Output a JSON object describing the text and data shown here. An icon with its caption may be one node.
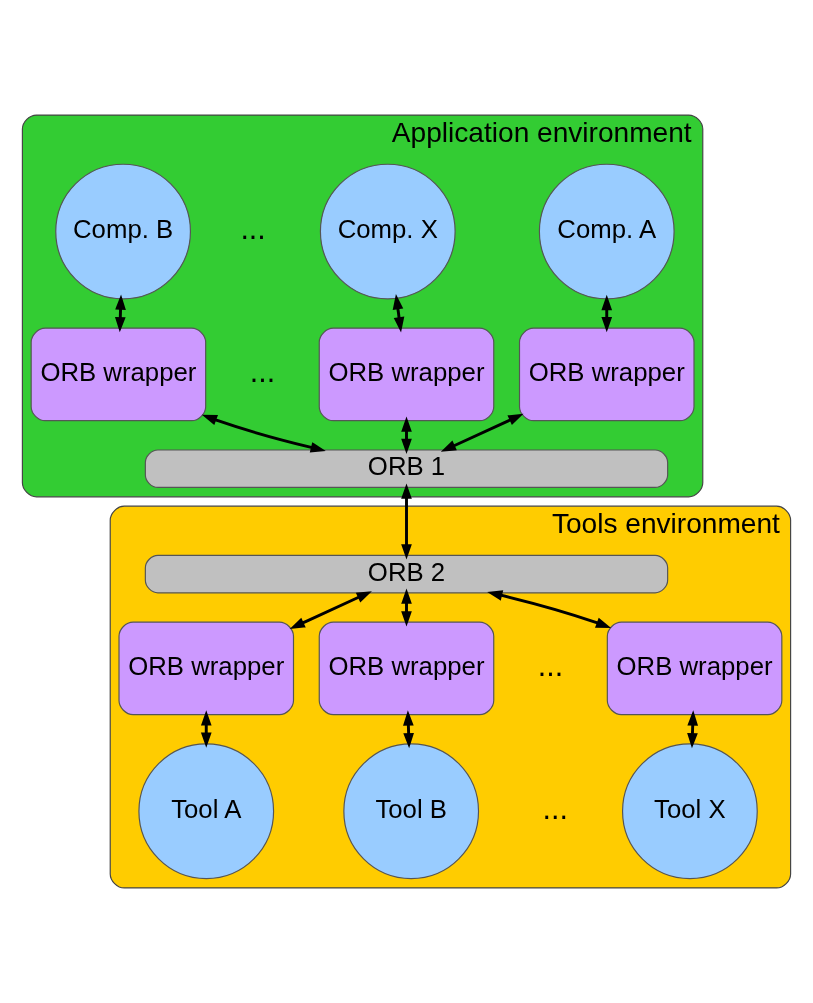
{
  "diagram": {
    "nodes": [
      {
        "text": [
          "Application environment"
        ]
      },
      {
        "text": [
          "Comp. A"
        ],
        "in": 0
      },
      {
        "text": [
          "Comp. B"
        ],
        "in": 0
      },
      {
        "text": [
          "Comp. X"
        ],
        "in": 0
      },
      {
        "text": [
          "ORB wrapper"
        ],
        "in": 0
      },
      {
        "text": [
          "ORB wrapper"
        ],
        "in": 0
      },
      {
        "text": [
          "ORB wrapper"
        ],
        "in": 0
      },
      {
        "text": [
          "ORB 1"
        ],
        "in": 0
      },
      {
        "text": [
          "Tools environment"
        ]
      },
      {
        "text": [
          "ORB 2"
        ],
        "in": 8
      },
      {
        "text": [
          "ORB wrapper"
        ],
        "in": 8
      },
      {
        "text": [
          "ORB wrapper"
        ],
        "in": 8
      },
      {
        "text": [
          "ORB wrapper"
        ],
        "in": 8
      },
      {
        "text": [
          "Tool A"
        ],
        "in": 8
      },
      {
        "text": [
          "Tool B"
        ],
        "in": 8
      },
      {
        "text": [
          "Tool X"
        ],
        "in": 8
      }
    ],
    "edges": [
      {
        "from": 1,
        "to": 4,
        "arrow": "both"
      },
      {
        "from": 2,
        "to": 5,
        "arrow": "both"
      },
      {
        "from": 3,
        "to": 6,
        "arrow": "both"
      },
      {
        "from": 4,
        "to": 7,
        "arrow": "both"
      },
      {
        "from": 5,
        "to": 7,
        "arrow": "both"
      },
      {
        "from": 6,
        "to": 7,
        "arrow": "both"
      },
      {
        "from": 7,
        "to": 9,
        "arrow": "both"
      },
      {
        "from": 9,
        "to": 10,
        "arrow": "both"
      },
      {
        "from": 9,
        "to": 11,
        "arrow": "both"
      },
      {
        "from": 9,
        "to": 12,
        "arrow": "both"
      },
      {
        "from": 10,
        "to": 13,
        "arrow": "both"
      },
      {
        "from": 11,
        "to": 14,
        "arrow": "both"
      },
      {
        "from": 12,
        "to": 15,
        "arrow": "both"
      }
    ],
    "labels": [
      "...",
      "...",
      "...",
      "..."
    ]
  }
}
